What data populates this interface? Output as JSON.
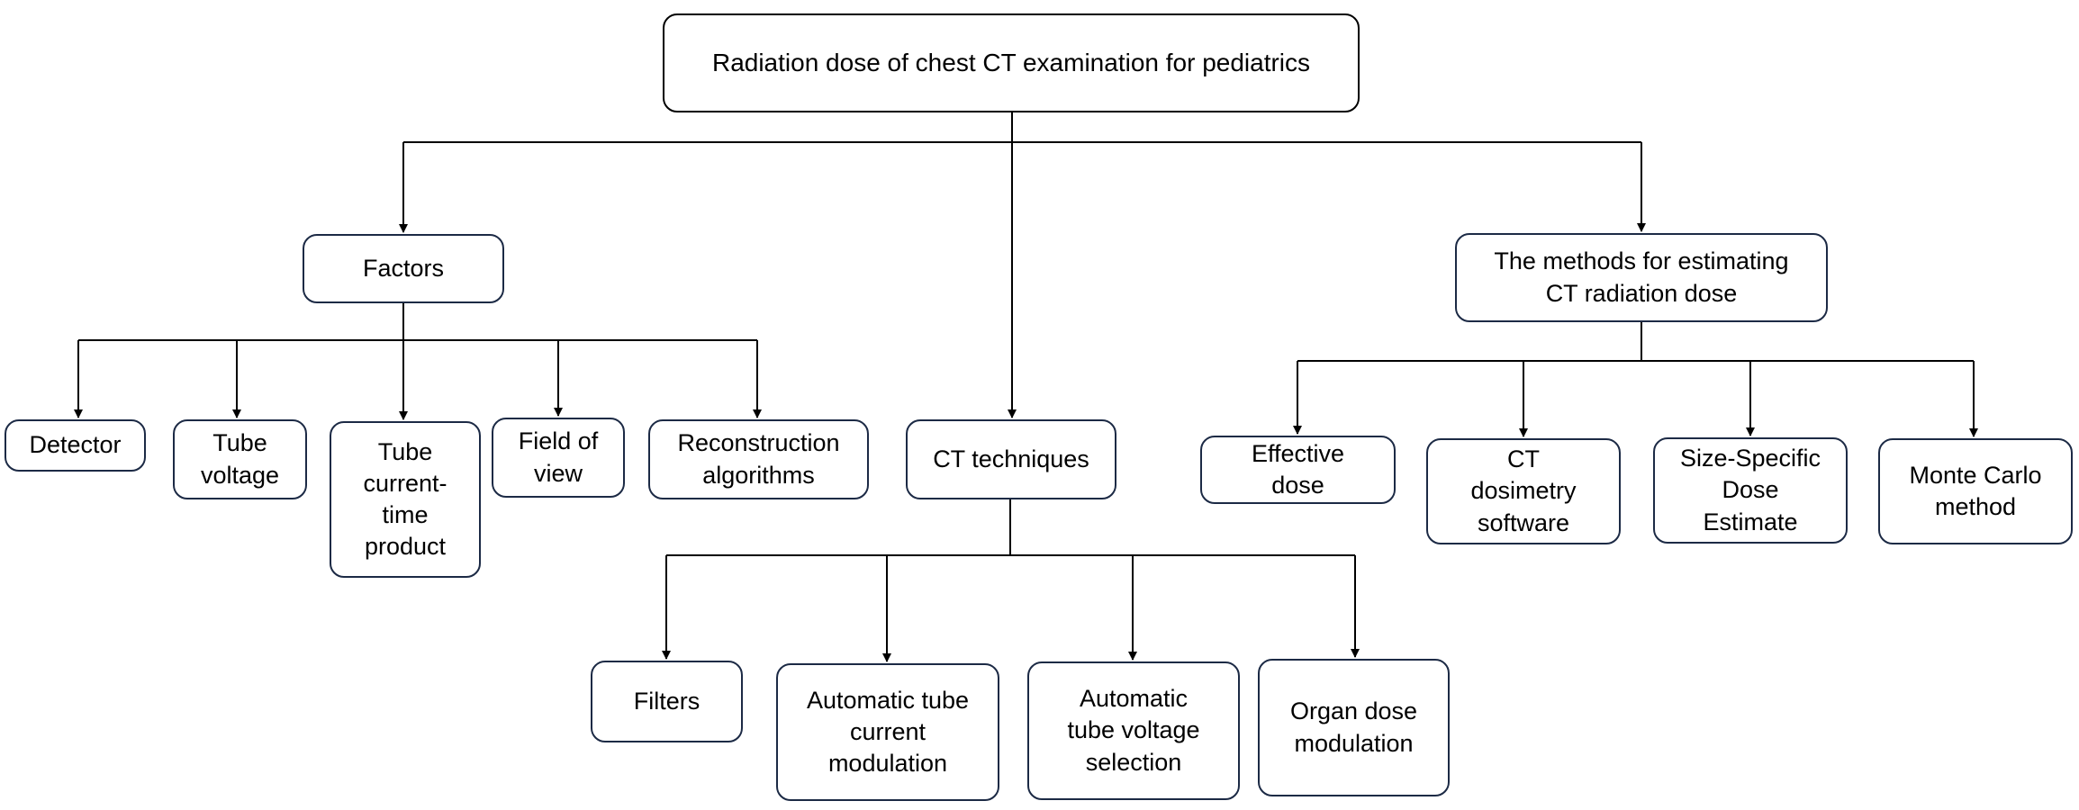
{
  "root": {
    "label": "Radiation dose of chest CT examination for pediatrics"
  },
  "factors": {
    "label": "Factors",
    "children": [
      "Detector",
      "Tube\nvoltage",
      "Tube\ncurrent-\ntime\nproduct",
      "Field of\nview",
      "Reconstruction\nalgorithms"
    ]
  },
  "techniques": {
    "label": "CT techniques",
    "children": [
      "Filters",
      "Automatic tube\ncurrent\nmodulation",
      "Automatic\ntube voltage\nselection",
      "Organ dose\nmodulation"
    ]
  },
  "methods": {
    "label": "The methods for estimating\nCT  radiation dose",
    "children": [
      "Effective\ndose",
      "CT\ndosimetry\nsoftware",
      "Size-Specific\nDose\nEstimate",
      "Monte Carlo\nmethod"
    ]
  },
  "colors": {
    "line": "#000000",
    "border": "#1c2a45"
  }
}
